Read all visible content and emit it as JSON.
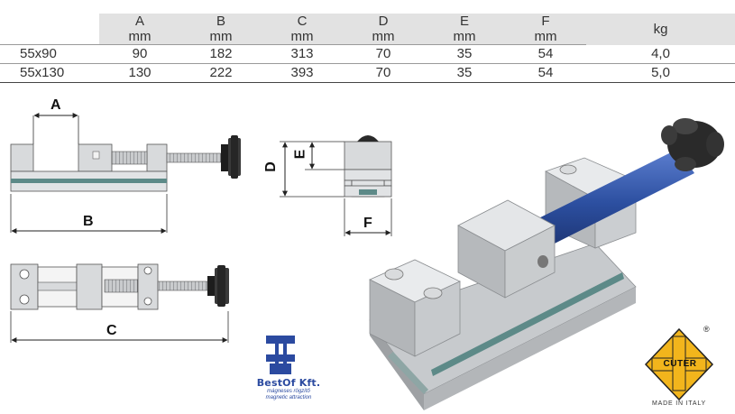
{
  "table": {
    "columns": [
      {
        "letter": "A",
        "unit": "mm"
      },
      {
        "letter": "B",
        "unit": "mm"
      },
      {
        "letter": "C",
        "unit": "mm"
      },
      {
        "letter": "D",
        "unit": "mm"
      },
      {
        "letter": "E",
        "unit": "mm"
      },
      {
        "letter": "F",
        "unit": "mm"
      }
    ],
    "weight_header": "kg",
    "rows": [
      {
        "model": "55x90",
        "A": "90",
        "B": "182",
        "C": "313",
        "D": "70",
        "E": "35",
        "F": "54",
        "kg": "4,0"
      },
      {
        "model": "55x130",
        "A": "130",
        "B": "222",
        "C": "393",
        "D": "70",
        "E": "35",
        "F": "54",
        "kg": "5,0"
      }
    ]
  },
  "dimension_labels": {
    "a": "A",
    "b": "B",
    "c": "C",
    "d": "D",
    "e": "E",
    "f": "F"
  },
  "logos": {
    "bestof_name": "BestOf Kft.",
    "bestof_tagline1": "mágneses rögzítő",
    "bestof_tagline2": "magnetic attraction",
    "cuter_text": "CUTER",
    "cuter_made": "MADE IN ITALY",
    "cuter_registered": "®"
  },
  "colors": {
    "steel": "#b9bcbf",
    "steel_dark": "#8a8d90",
    "screw_blue": "#2c4fa0",
    "rail": "#5d8a88",
    "cuter_yellow": "#f2b51c",
    "bestof_blue": "#2b4aa0"
  }
}
